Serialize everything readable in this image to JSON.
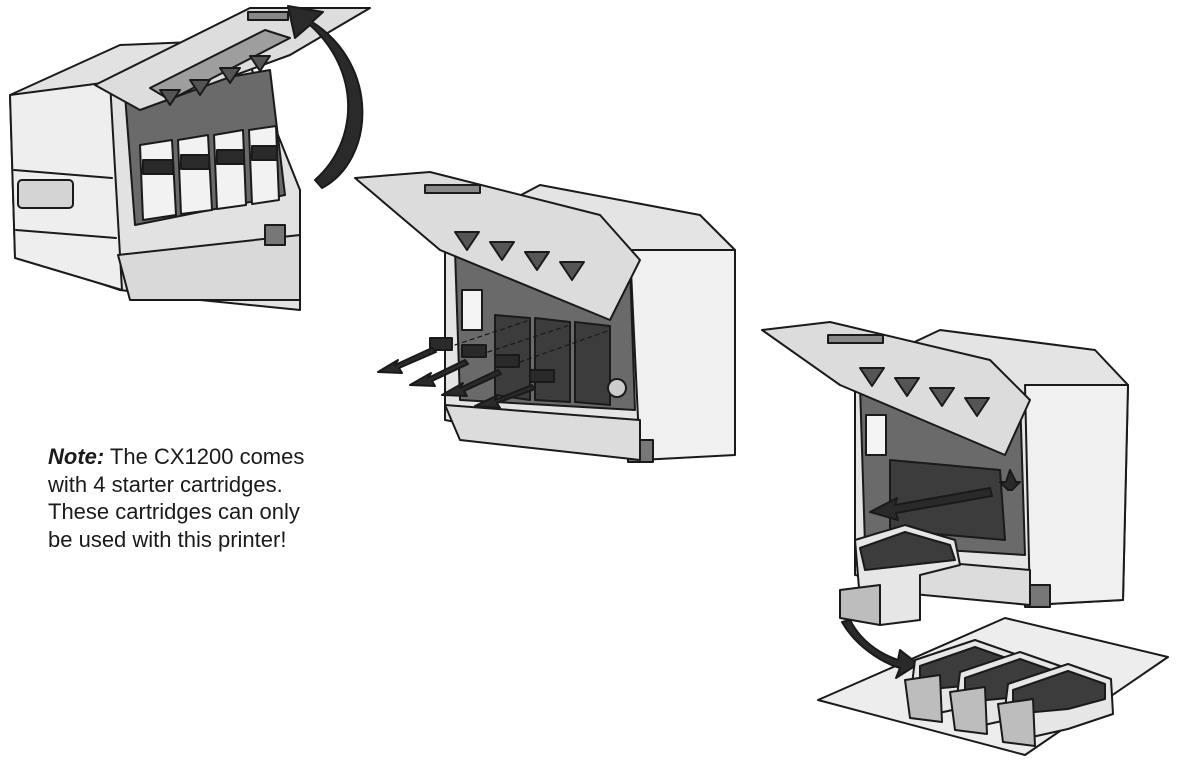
{
  "note": {
    "label": "Note:",
    "first_line_rest": " The CX1200 comes",
    "lines": [
      "with 4 starter cartridges.",
      "These cartridges can only",
      "be used with this printer!"
    ]
  },
  "steps": [
    {
      "name": "open-top-cover",
      "icon": "curved-arrow-icon"
    },
    {
      "name": "remove-cartridge-packing",
      "icon": "straight-arrow-icon"
    },
    {
      "name": "remove-cartridges",
      "icon": "straight-arrow-icon"
    }
  ],
  "colors": {
    "line": "#1a1a1a",
    "body": "#e6e6e6",
    "shadow": "#b8b8b8",
    "dark": "#555555",
    "mat": "#ededed"
  }
}
